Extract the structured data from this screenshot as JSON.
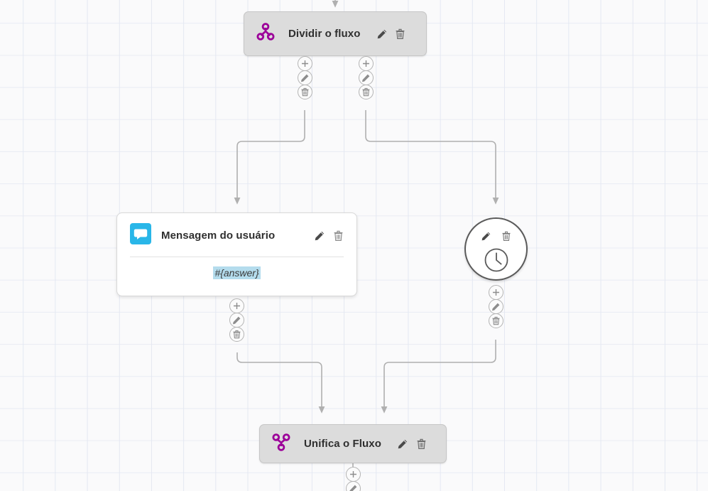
{
  "canvas": {
    "background_color": "#fafafb",
    "grid_color": "#e4e8f2",
    "grid_size": 45
  },
  "colors": {
    "split_icon": "#9c0099",
    "merge_icon": "#9c0099",
    "message_icon_bg": "#29b6e8",
    "variable_highlight": "#b4dced",
    "node_bar_bg": "#dcdcdc",
    "edge_stroke": "#b0b0b0"
  },
  "nodes": [
    {
      "id": "split",
      "type": "split",
      "title": "Dividir o fluxo",
      "icon": "split-icon",
      "edit_label": "Editar",
      "delete_label": "Excluir"
    },
    {
      "id": "message",
      "type": "message",
      "title": "Mensagem do usuário",
      "icon": "chat-bubble-icon",
      "body_text": "#{answer}",
      "edit_label": "Editar",
      "delete_label": "Excluir"
    },
    {
      "id": "delay",
      "type": "delay",
      "title": "",
      "icon": "clock-icon",
      "edit_label": "Editar",
      "delete_label": "Excluir"
    },
    {
      "id": "merge",
      "type": "merge",
      "title": "Unifica o Fluxo",
      "icon": "merge-icon",
      "edit_label": "Editar",
      "delete_label": "Excluir"
    }
  ],
  "port_actions": {
    "add": "+",
    "add_name": "add-node-button",
    "edit_name": "edit-connection-button",
    "delete_name": "delete-connection-button"
  }
}
